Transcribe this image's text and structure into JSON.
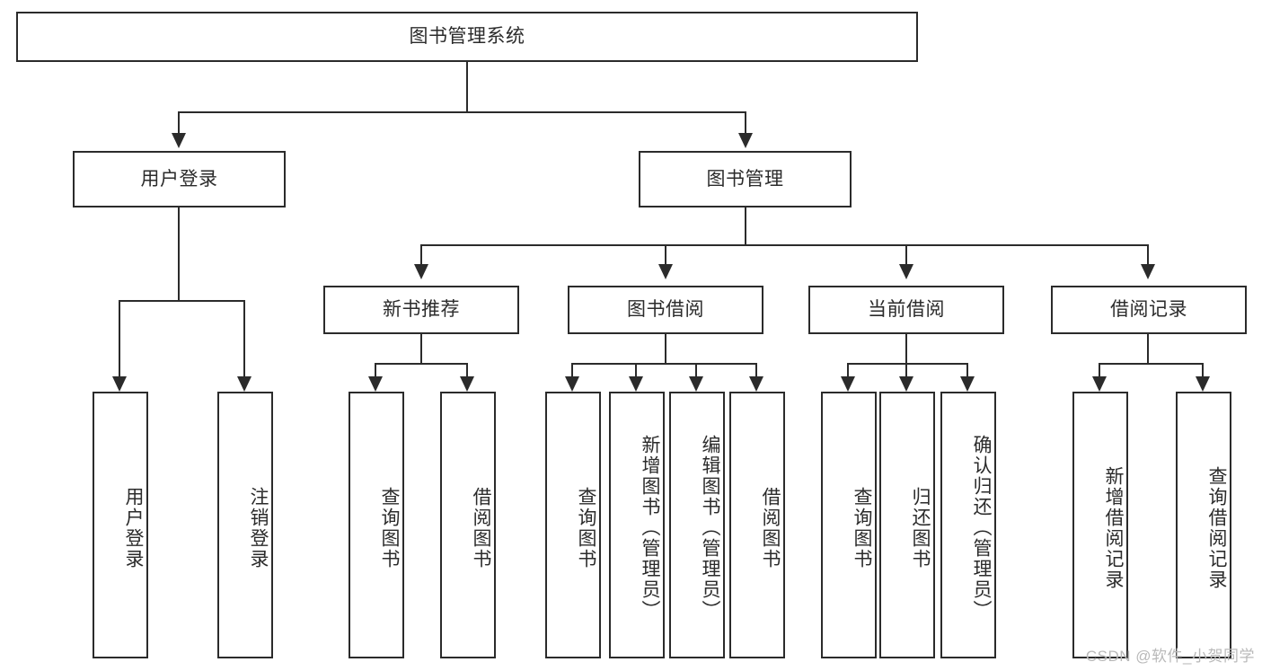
{
  "diagram": {
    "title": "图书管理系统",
    "root": {
      "label": "图书管理系统"
    },
    "level2": [
      {
        "label": "用户登录"
      },
      {
        "label": "图书管理"
      }
    ],
    "level3": [
      {
        "label": "新书推荐"
      },
      {
        "label": "图书借阅"
      },
      {
        "label": "当前借阅"
      },
      {
        "label": "借阅记录"
      }
    ],
    "leaves": {
      "user_login": [
        {
          "label": "用户登录"
        },
        {
          "label": "注销登录"
        }
      ],
      "new_book_rec": [
        {
          "label": "查询图书"
        },
        {
          "label": "借阅图书"
        }
      ],
      "book_borrow": [
        {
          "label": "查询图书"
        },
        {
          "label": "新增图书（管理员）"
        },
        {
          "label": "编辑图书（管理员）"
        },
        {
          "label": "借阅图书"
        }
      ],
      "current_borrow": [
        {
          "label": "查询图书"
        },
        {
          "label": "归还图书"
        },
        {
          "label": "确认归还（管理员）"
        }
      ],
      "borrow_record": [
        {
          "label": "新增借阅记录"
        },
        {
          "label": "查询借阅记录"
        }
      ]
    }
  },
  "watermark": {
    "text": "CSDN @软件_小贺同学"
  },
  "colors": {
    "stroke": "#2b2b2b",
    "background": "#ffffff",
    "watermark": "#b9b9b9"
  }
}
